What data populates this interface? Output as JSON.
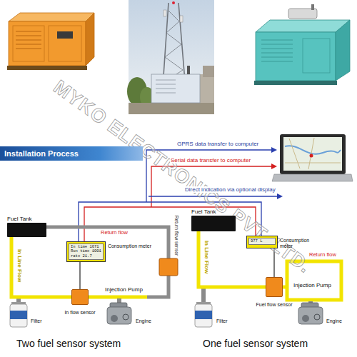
{
  "diagram": {
    "nodes": [
      {
        "text": [
          "Installation Process"
        ]
      },
      {
        "text": [
          "Fuel Tank"
        ]
      },
      {
        "text": [
          "Consumption meter",
          "In time 1671",
          "Run time 1001",
          "rate 21.7"
        ]
      },
      {
        "text": [
          "In flow sensor"
        ]
      },
      {
        "text": [
          "Fuel Tank"
        ]
      },
      {
        "text": [
          "Consumption meter",
          "977 L"
        ]
      },
      {
        "text": [
          "Fuel flow sensor"
        ]
      }
    ],
    "edges": [
      {
        "from": 1,
        "to": 3,
        "arrow": "none"
      },
      {
        "from": 2,
        "to": 3,
        "arrow": "none"
      },
      {
        "from": 4,
        "to": 6,
        "arrow": "none"
      },
      {
        "from": 5,
        "to": 6,
        "arrow": "none"
      }
    ],
    "labels": [
      "MYKO ELECTRONICS PVT. LTD.",
      "GPRS data transfer to computer",
      "Serial data transfer to computer",
      "Direct indication via optional display",
      "Return flow",
      "In Line Flow",
      "Return flow sensor",
      "Injection Pump",
      "Filter",
      "Engine",
      "Two fuel sensor system",
      "Return flow",
      "In Line Flow",
      "Injection Pump",
      "Filter",
      "Engine",
      "One fuel sensor system"
    ]
  }
}
